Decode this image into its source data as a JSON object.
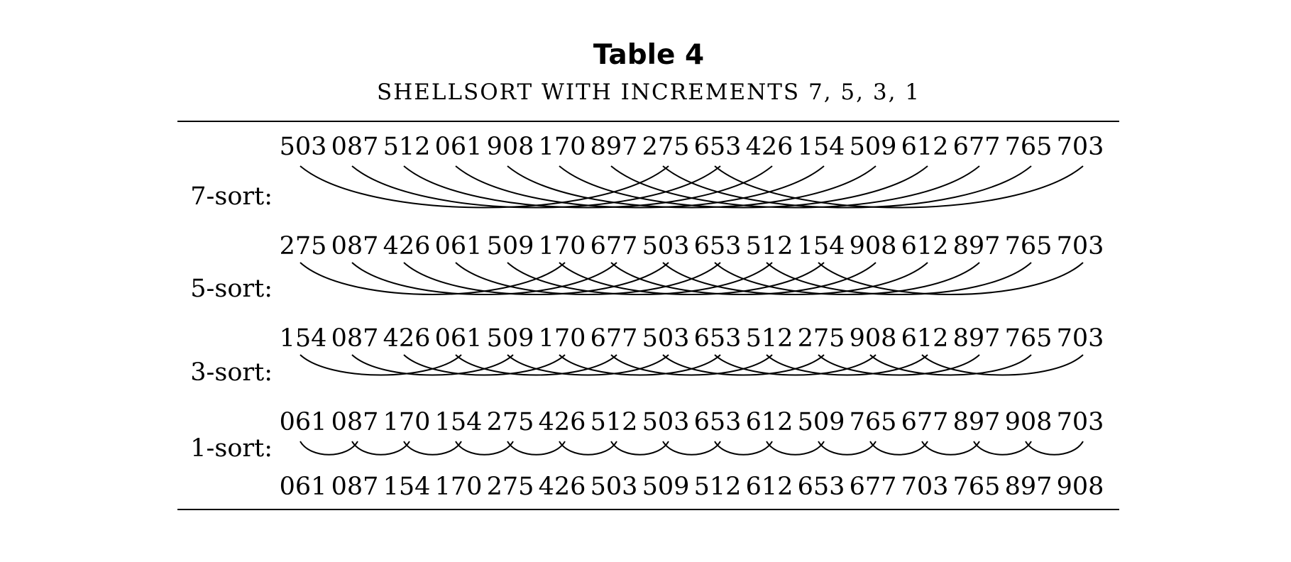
{
  "title": "Table 4",
  "subtitle": "SHELLSORT WITH INCREMENTS 7, 5, 3, 1",
  "passes": [
    {
      "label": "7-sort:",
      "increment": 7,
      "values": [
        "503",
        "087",
        "512",
        "061",
        "908",
        "170",
        "897",
        "275",
        "653",
        "426",
        "154",
        "509",
        "612",
        "677",
        "765",
        "703"
      ]
    },
    {
      "label": "5-sort:",
      "increment": 5,
      "values": [
        "275",
        "087",
        "426",
        "061",
        "509",
        "170",
        "677",
        "503",
        "653",
        "512",
        "154",
        "908",
        "612",
        "897",
        "765",
        "703"
      ]
    },
    {
      "label": "3-sort:",
      "increment": 3,
      "values": [
        "154",
        "087",
        "426",
        "061",
        "509",
        "170",
        "677",
        "503",
        "653",
        "512",
        "275",
        "908",
        "612",
        "897",
        "765",
        "703"
      ]
    },
    {
      "label": "1-sort:",
      "increment": 1,
      "values": [
        "061",
        "087",
        "170",
        "154",
        "275",
        "426",
        "512",
        "503",
        "653",
        "612",
        "509",
        "765",
        "677",
        "897",
        "908",
        "703"
      ]
    }
  ],
  "result": [
    "061",
    "087",
    "154",
    "170",
    "275",
    "426",
    "503",
    "509",
    "512",
    "612",
    "653",
    "677",
    "703",
    "765",
    "897",
    "908"
  ]
}
